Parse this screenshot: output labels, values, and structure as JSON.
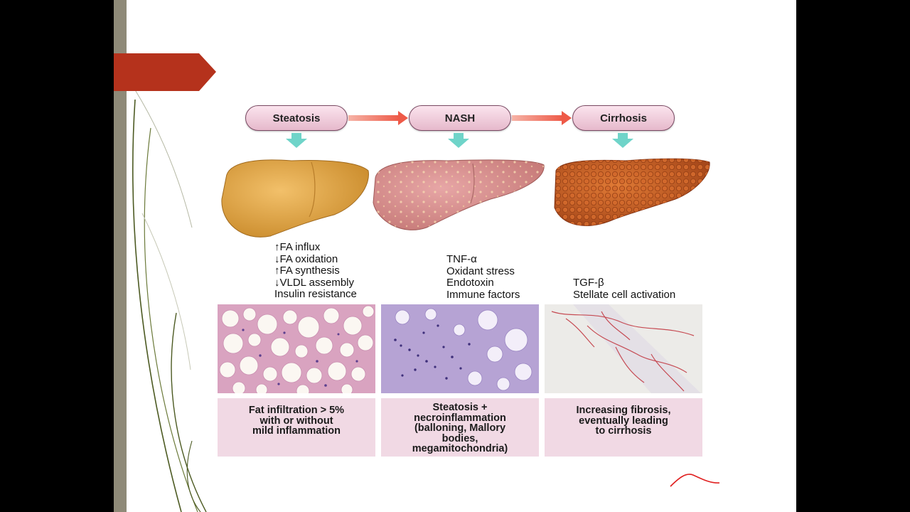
{
  "stages": [
    {
      "label": "Steatosis"
    },
    {
      "label": "NASH"
    },
    {
      "label": "Cirrhosis"
    }
  ],
  "factors": {
    "steatosis": [
      "↑FA influx",
      "↓FA oxidation",
      "↑FA synthesis",
      "↓VLDL assembly",
      "Insulin resistance"
    ],
    "nash": [
      "TNF-α",
      "Oxidant stress",
      "Endotoxin",
      "Immune factors"
    ],
    "cirrhosis": [
      "TGF-β",
      "Stellate cell activation"
    ]
  },
  "captions": [
    "Fat infiltration > 5%\nwith or without\nmild inflammation",
    "Steatosis +\nnecroinflammation\n(balloning, Mallory\nbodies,\nmegamitochondria)",
    "Increasing fibrosis,\neventually leading\nto cirrhosis"
  ],
  "colors": {
    "title_arrow": "#b5321c",
    "pill_border": "#7a4a63",
    "flow_arrow": "#f06a5a",
    "down_arrow": "#6fd4c9",
    "caption_bg": "#f1d9e4",
    "ink_stroke": "#e02020"
  }
}
